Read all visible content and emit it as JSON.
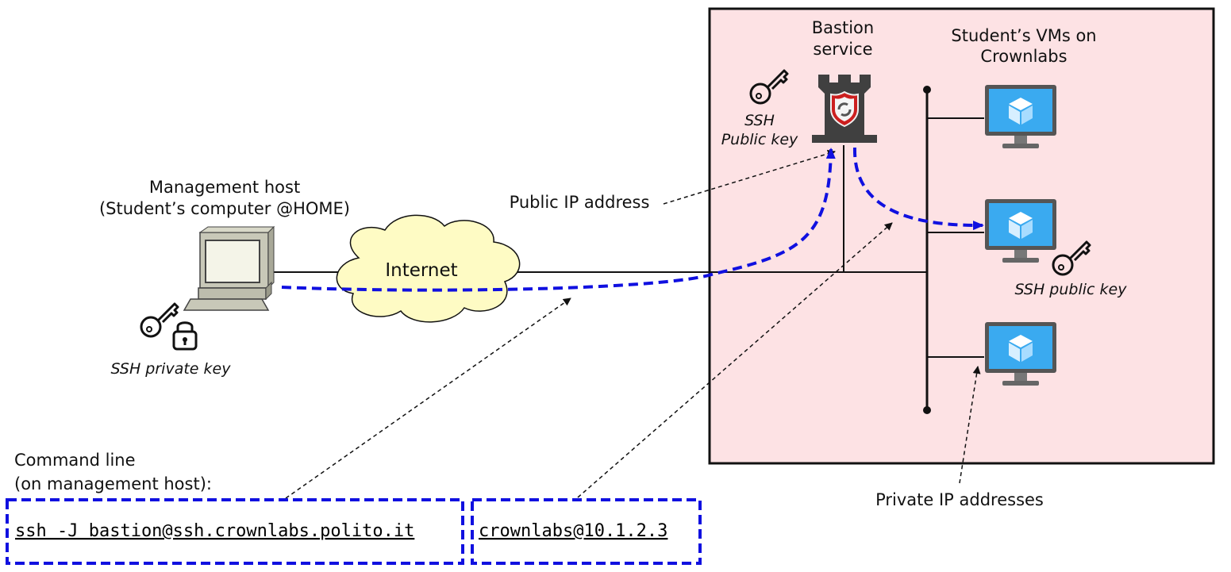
{
  "management_host": {
    "title": "Management host",
    "subtitle": "(Student’s computer @HOME)",
    "key_label": "SSH private key"
  },
  "internet_label": "Internet",
  "bastion": {
    "title_line1": "Bastion",
    "title_line2": "service",
    "key_label_line1": "SSH",
    "key_label_line2": "Public key"
  },
  "vms": {
    "title_line1": "Student’s VMs on",
    "title_line2": "Crownlabs",
    "key_label": "SSH public key"
  },
  "annotations": {
    "public_ip": "Public IP address",
    "private_ips": "Private IP addresses"
  },
  "command_line": {
    "title_line1": "Command line",
    "title_line2": "(on management host):",
    "jump_part": "ssh -J bastion@ssh.crownlabs.polito.it",
    "target_part": "crownlabs@10.1.2.3"
  },
  "colors": {
    "datacenter_fill": "#fde2e4",
    "ssh_path": "#1010e0",
    "cloud_fill": "#fefbc4",
    "vm_screen": "#3aaaf0",
    "tower": "#404040",
    "shield_red": "#cc1f1f"
  }
}
